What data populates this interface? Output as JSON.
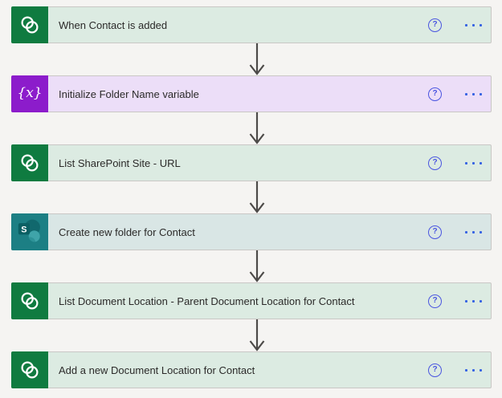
{
  "flow": {
    "steps": [
      {
        "title": "When Contact is added",
        "icon": "dataverse-icon",
        "theme": "dataverse"
      },
      {
        "title": "Initialize Folder Name variable",
        "icon": "variable-icon",
        "theme": "variable"
      },
      {
        "title": "List SharePoint Site - URL",
        "icon": "dataverse-icon",
        "theme": "dataverse"
      },
      {
        "title": "Create new folder for Contact",
        "icon": "sharepoint-icon",
        "theme": "sharepoint"
      },
      {
        "title": "List Document Location - Parent Document Location for Contact",
        "icon": "dataverse-icon",
        "theme": "dataverse"
      },
      {
        "title": "Add a new Document Location for Contact",
        "icon": "dataverse-icon",
        "theme": "dataverse"
      }
    ]
  },
  "card_actions": {
    "help_label": "?"
  },
  "icon_glyphs": {
    "variable": "{x}",
    "sharepoint_letter": "S"
  },
  "themes": {
    "dataverse": {
      "tile": "#0f7b40",
      "card": "#dcebe2"
    },
    "variable": {
      "tile": "#8c1ccb",
      "card": "#ecdef8"
    },
    "sharepoint": {
      "tile": "#1c7f84",
      "card": "#d9e6e5"
    }
  },
  "colors": {
    "canvas_bg": "#f5f4f2",
    "card_border": "#c9c7c5",
    "text": "#2b2a29",
    "arrow": "#4c4a48",
    "help_blue": "#4a55e0",
    "ellipsis_blue": "#3663e3"
  }
}
